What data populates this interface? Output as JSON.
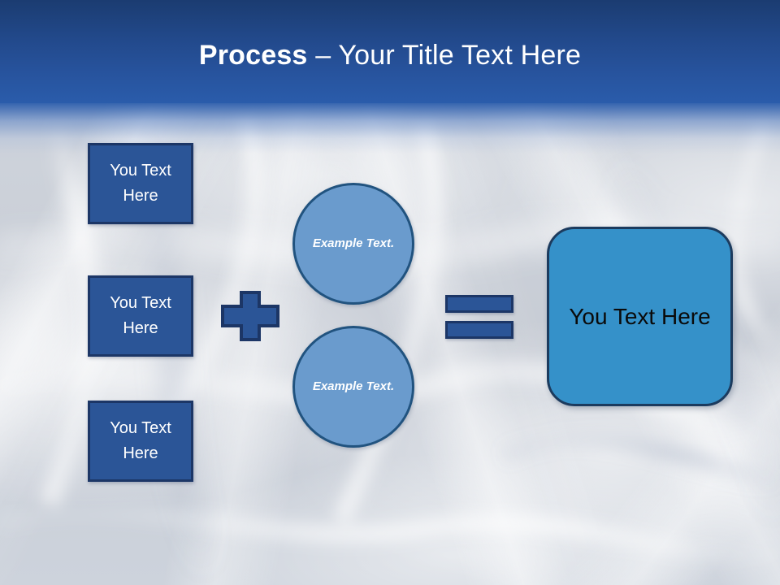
{
  "slide": {
    "title": {
      "bold_part": "Process",
      "separator": " – ",
      "rest": "Your Title Text Here",
      "full": "Process – Your Title Text Here"
    },
    "theme": {
      "header_top_color": "#1b3c71",
      "header_bottom_color": "#2a5cab",
      "background_color": "#c9ced6",
      "box_fill": "#2b5597",
      "box_border": "#1c3666",
      "circle_fill": "#6a9bcd",
      "circle_border": "#21537f",
      "result_fill": "#3591c9",
      "result_border": "#1c3b5e",
      "title_color": "#ffffff",
      "result_text_color": "#0a0a0a"
    },
    "inputs": [
      {
        "label": "You Text Here"
      },
      {
        "label": "You Text Here"
      },
      {
        "label": "You Text Here"
      }
    ],
    "operators": {
      "plus": "+",
      "equals": "="
    },
    "circles": [
      {
        "label": "Example Text."
      },
      {
        "label": "Example Text."
      }
    ],
    "result": {
      "label": "You Text Here"
    }
  }
}
